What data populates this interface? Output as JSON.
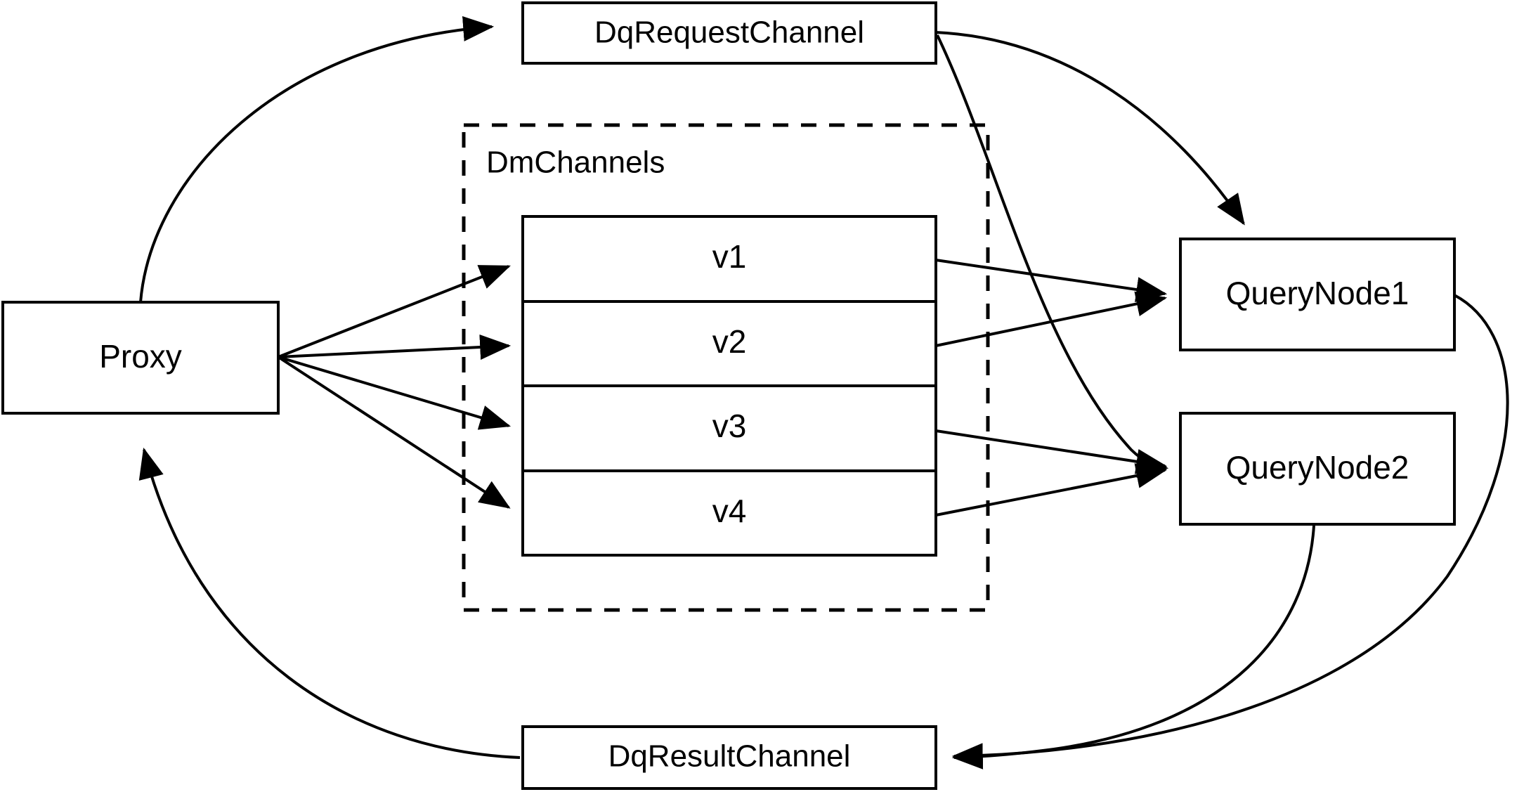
{
  "diagram": {
    "title": "Milvus distributed query message-channel flow",
    "background_color": "#ffffff",
    "stroke_color": "#000000",
    "nodes": {
      "proxy": {
        "label": "Proxy"
      },
      "dq_request_channel": {
        "label": "DqRequestChannel"
      },
      "dq_result_channel": {
        "label": "DqResultChannel"
      },
      "query_node_1": {
        "label": "QueryNode1"
      },
      "query_node_2": {
        "label": "QueryNode2"
      }
    },
    "group": {
      "label": "DmChannels",
      "style": "dashed",
      "channels": [
        {
          "label": "v1"
        },
        {
          "label": "v2"
        },
        {
          "label": "v3"
        },
        {
          "label": "v4"
        }
      ]
    },
    "edges": [
      {
        "from": "Proxy",
        "to": "DqRequestChannel",
        "style": "curved",
        "arrow": "end"
      },
      {
        "from": "Proxy",
        "to": "v1",
        "style": "straight",
        "arrow": "end"
      },
      {
        "from": "Proxy",
        "to": "v2",
        "style": "straight",
        "arrow": "end"
      },
      {
        "from": "Proxy",
        "to": "v3",
        "style": "straight",
        "arrow": "end"
      },
      {
        "from": "Proxy",
        "to": "v4",
        "style": "straight",
        "arrow": "end"
      },
      {
        "from": "DqRequestChannel",
        "to": "QueryNode1",
        "style": "curved",
        "arrow": "end"
      },
      {
        "from": "DqRequestChannel",
        "to": "QueryNode2",
        "style": "curved",
        "arrow": "end"
      },
      {
        "from": "v1",
        "to": "QueryNode1",
        "style": "straight",
        "arrow": "end"
      },
      {
        "from": "v2",
        "to": "QueryNode1",
        "style": "straight",
        "arrow": "end"
      },
      {
        "from": "v3",
        "to": "QueryNode2",
        "style": "straight",
        "arrow": "end"
      },
      {
        "from": "v4",
        "to": "QueryNode2",
        "style": "straight",
        "arrow": "end"
      },
      {
        "from": "QueryNode1",
        "to": "DqResultChannel",
        "style": "curved",
        "arrow": "end"
      },
      {
        "from": "QueryNode2",
        "to": "DqResultChannel",
        "style": "curved",
        "arrow": "end"
      },
      {
        "from": "DqResultChannel",
        "to": "Proxy",
        "style": "curved",
        "arrow": "end"
      }
    ]
  }
}
